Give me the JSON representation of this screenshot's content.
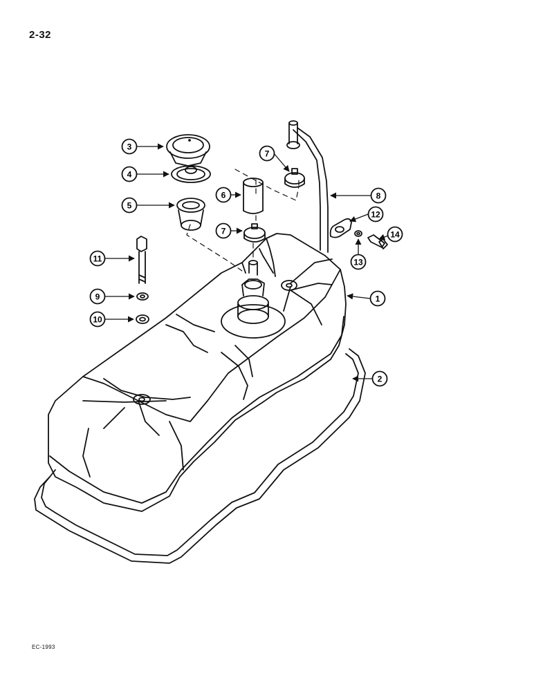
{
  "page": {
    "number": "2-32",
    "footer_code": "EC-1993"
  },
  "callouts": [
    {
      "id": "c1",
      "label": "1"
    },
    {
      "id": "c2",
      "label": "2"
    },
    {
      "id": "c3",
      "label": "3"
    },
    {
      "id": "c4",
      "label": "4"
    },
    {
      "id": "c5",
      "label": "5"
    },
    {
      "id": "c6",
      "label": "6"
    },
    {
      "id": "c7a",
      "label": "7"
    },
    {
      "id": "c7b",
      "label": "7"
    },
    {
      "id": "c8",
      "label": "8"
    },
    {
      "id": "c9",
      "label": "9"
    },
    {
      "id": "c10",
      "label": "10"
    },
    {
      "id": "c11",
      "label": "11"
    },
    {
      "id": "c12",
      "label": "12"
    },
    {
      "id": "c13",
      "label": "13"
    },
    {
      "id": "c14",
      "label": "14"
    }
  ],
  "colors": {
    "ink": "#111111",
    "paper": "#ffffff"
  }
}
